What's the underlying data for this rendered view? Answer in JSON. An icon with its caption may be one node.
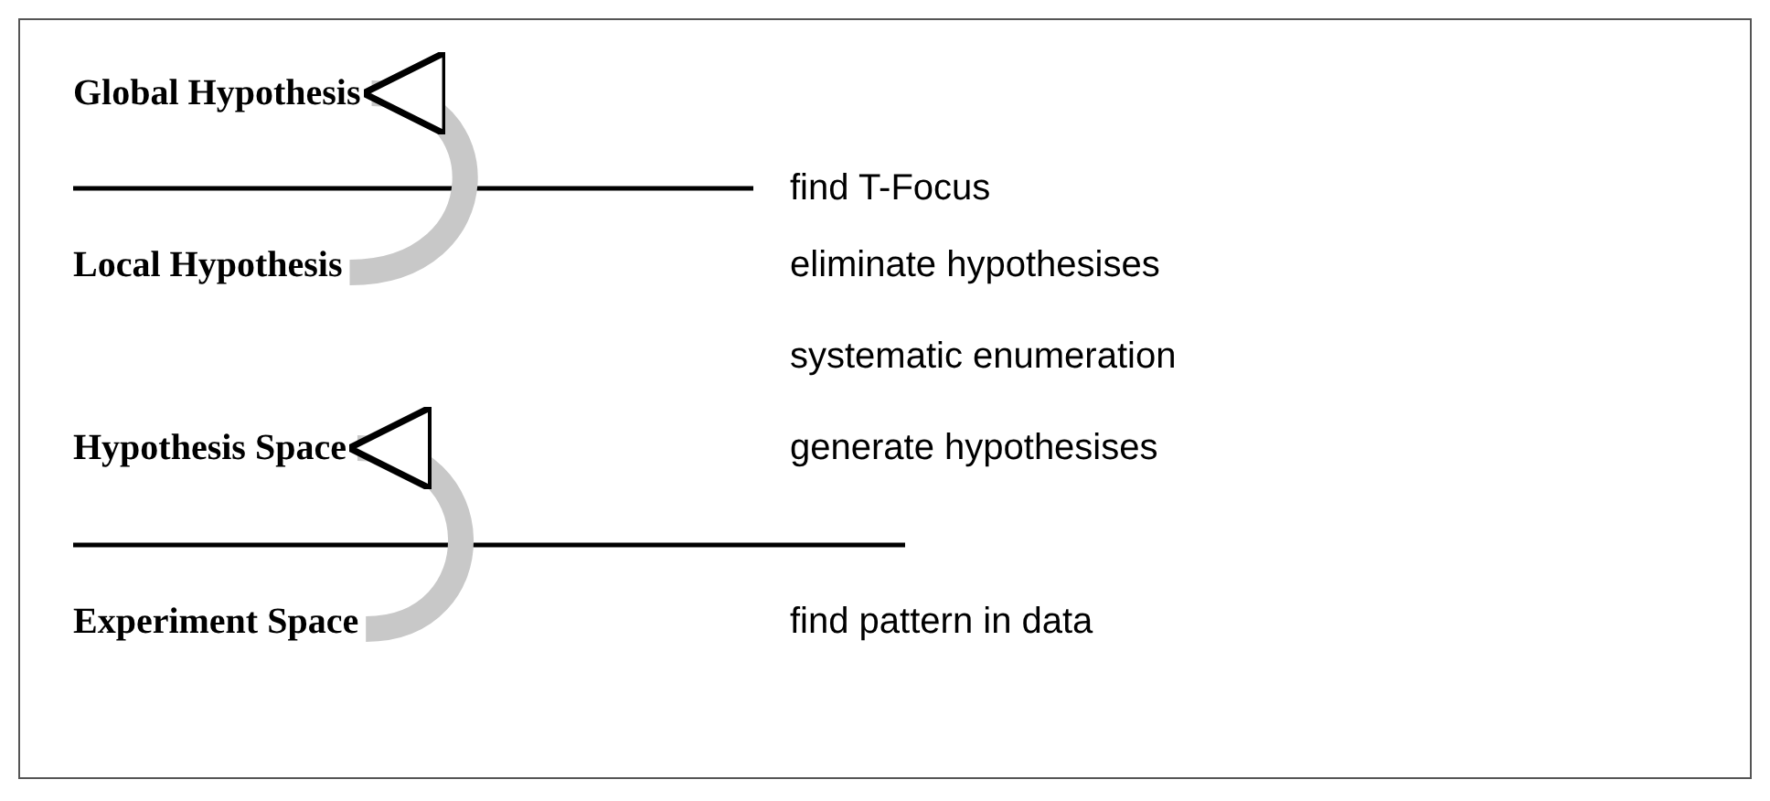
{
  "diagram": {
    "nodes": [
      {
        "text": [
          "Global Hypothesis"
        ]
      },
      {
        "text": [
          "Local Hypothesis"
        ]
      },
      {
        "text": [
          "Hypothesis Space"
        ]
      },
      {
        "text": [
          "Experiment Space"
        ]
      }
    ],
    "edges": [
      {
        "from": 1,
        "to": 0,
        "arrow": "to"
      },
      {
        "from": 3,
        "to": 2,
        "arrow": "to"
      }
    ],
    "labels": [
      "find T-Focus",
      "eliminate hypothesises",
      "systematic enumeration",
      "generate hypothesises",
      "find pattern in data"
    ]
  }
}
